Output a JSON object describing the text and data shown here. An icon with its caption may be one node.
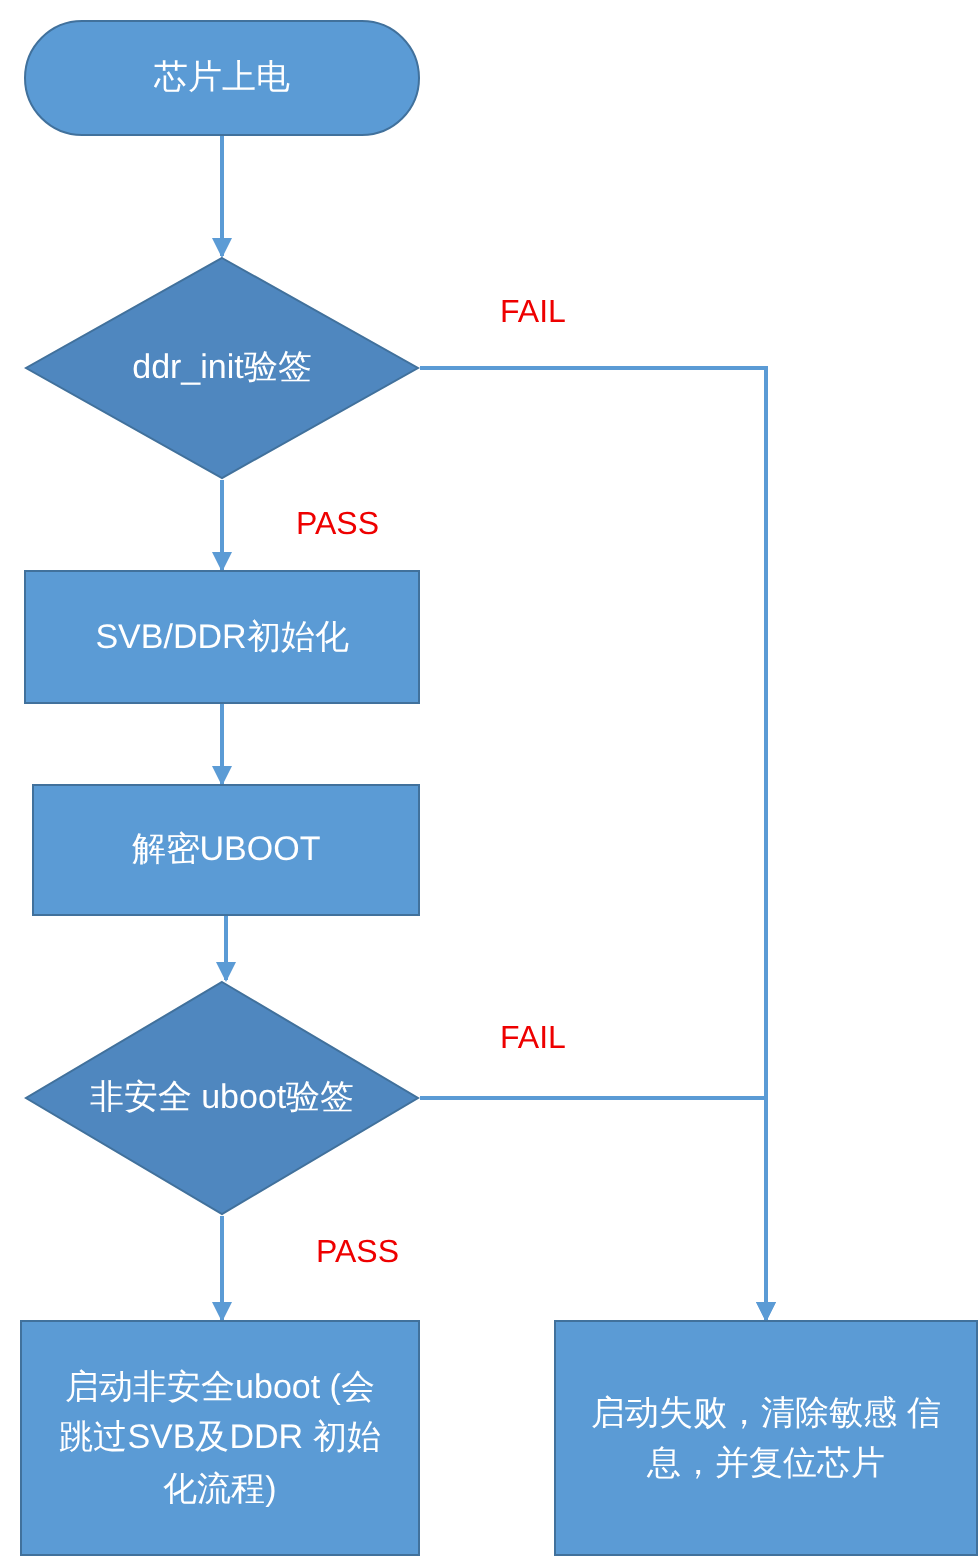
{
  "diagram": {
    "nodes": [
      {
        "text": [
          "芯片上电"
        ]
      },
      {
        "text": [
          "ddr_init验签"
        ]
      },
      {
        "text": [
          "SVB/DDR初始化"
        ]
      },
      {
        "text": [
          "解密UBOOT"
        ]
      },
      {
        "text": [
          "非安全 uboot验签"
        ]
      },
      {
        "text": [
          "启动非安全uboot (会跳过SVB及DDR 初始化流程)"
        ]
      },
      {
        "text": [
          "启动失败，清除敏感 信息，并复位芯片"
        ]
      }
    ],
    "edges": [
      {
        "from": 0,
        "to": 1,
        "arrow": "to"
      },
      {
        "from": 1,
        "to": 2,
        "arrow": "to",
        "label": "PASS"
      },
      {
        "from": 2,
        "to": 3,
        "arrow": "to"
      },
      {
        "from": 3,
        "to": 4,
        "arrow": "to"
      },
      {
        "from": 4,
        "to": 5,
        "arrow": "to",
        "label": "PASS"
      },
      {
        "from": 1,
        "to": 6,
        "arrow": "to",
        "label": "FAIL"
      },
      {
        "from": 4,
        "to": 6,
        "arrow": "to",
        "label": "FAIL"
      }
    ]
  }
}
